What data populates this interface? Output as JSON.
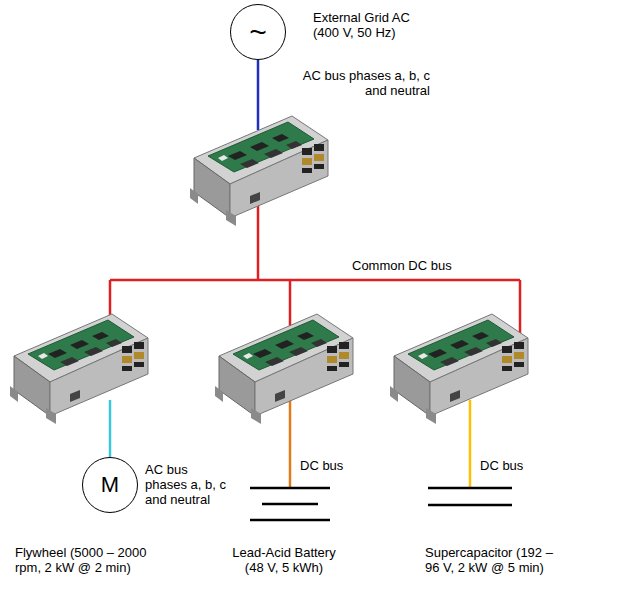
{
  "diagram": {
    "nodes": [
      {
        "text": [
          "~"
        ]
      },
      {
        "text": [
          "M"
        ]
      }
    ],
    "labels": [
      "External Grid AC (400 V, 50 Hz)",
      "AC bus phases a, b, c and neutral",
      "Common DC bus",
      "AC bus phases a, b, c and neutral",
      "DC bus",
      "DC bus",
      "Flywheel (5000 – 2000 rpm, 2 kW @ 2 min)",
      "Lead-Acid Battery (48 V, 5 kWh)",
      "Supercapacitor (192 – 96 V, 2 kW @ 5 min)"
    ]
  }
}
